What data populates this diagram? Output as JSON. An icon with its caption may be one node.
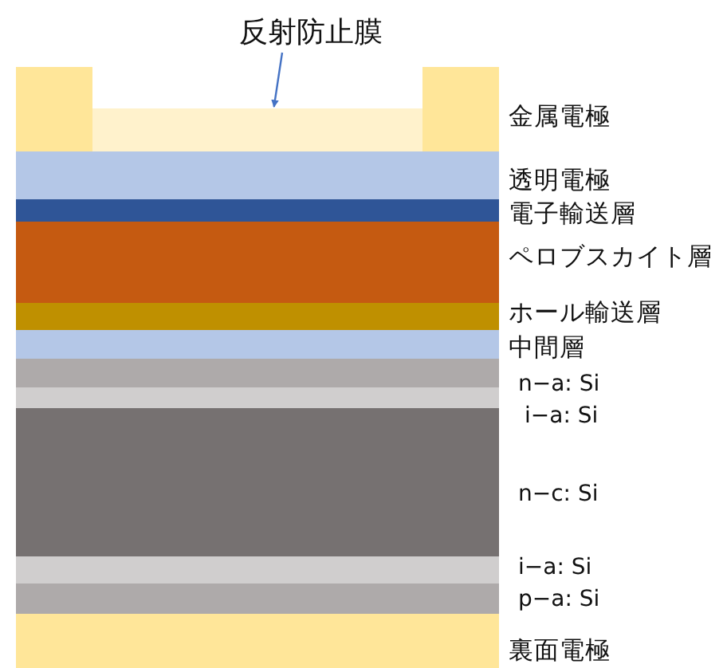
{
  "diagram": {
    "nodes": [
      {
        "text": [
          "反射防止膜"
        ]
      },
      {
        "text": [],
        "shape": "box"
      },
      {
        "text": [],
        "shape": "box"
      },
      {
        "text": [
          "金属電極"
        ]
      },
      {
        "text": [
          "透明電極"
        ]
      },
      {
        "text": [
          "電子輸送層"
        ]
      },
      {
        "text": [
          "ペロブスカイト層"
        ]
      },
      {
        "text": [
          "ホール輸送層"
        ]
      },
      {
        "text": [
          "中間層"
        ]
      },
      {
        "text": [
          "n−a: Si"
        ]
      },
      {
        "text": [
          "i−a: Si"
        ]
      },
      {
        "text": [
          "n−c: Si"
        ]
      },
      {
        "text": [
          "i−a: Si"
        ]
      },
      {
        "text": [
          "p−a: Si"
        ]
      },
      {
        "text": [
          "裏面電極"
        ]
      }
    ],
    "edges": [
      {
        "from": 0,
        "to": 2,
        "arrow": "to"
      }
    ]
  }
}
